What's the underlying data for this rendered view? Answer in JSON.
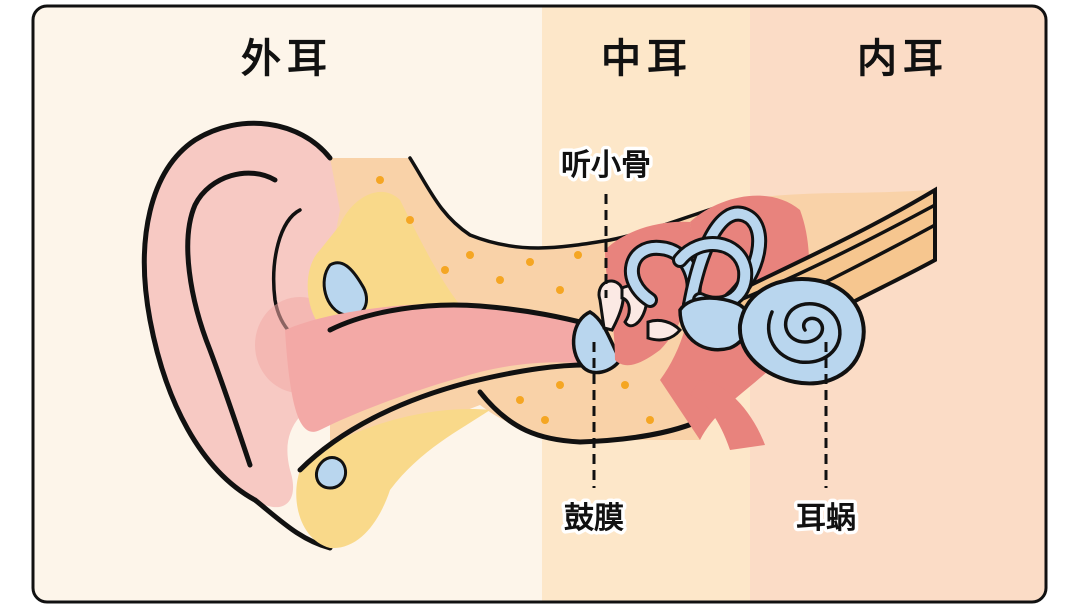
{
  "regions": {
    "outer_ear": "外耳",
    "middle_ear": "中耳",
    "inner_ear": "内耳"
  },
  "labels": {
    "ossicles": "听小骨",
    "eardrum": "鼓膜",
    "cochlea": "耳蜗"
  },
  "colors": {
    "outer_bg": "#fdf5ea",
    "middle_bg": "#fde7c9",
    "inner_bg": "#fbdcc6",
    "skin": "#f7c9c3",
    "canal": "#f3a9a6",
    "cartilage": "#f9d98a",
    "bone": "#f9d2a8",
    "fluid": "#b9d6ee",
    "dot": "#f5a623"
  }
}
